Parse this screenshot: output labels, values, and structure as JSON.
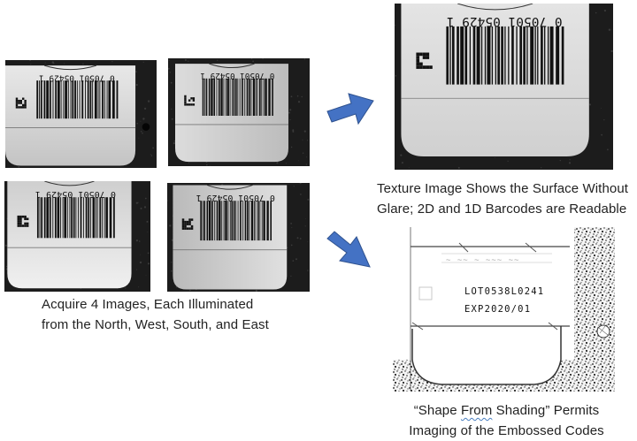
{
  "colors": {
    "arrow": "#4472c4",
    "background": "#ffffff",
    "caption_text": "#222222"
  },
  "barcode_text": "0 70501 05429 1",
  "emboss": {
    "line1": "LOT0538L0241",
    "line2": "EXP2020/01"
  },
  "captions": {
    "acquire": {
      "line1": "Acquire 4 Images, Each Illuminated",
      "line2": "from the North, West, South, and East"
    },
    "texture": {
      "line1": "Texture Image Shows the Surface Without",
      "line2": "Glare; 2D and 1D Barcodes are Readable"
    },
    "shading": {
      "line1_open": "“Shape ",
      "line1_word": "From",
      "line1_close": " Shading” Permits",
      "line2": "Imaging of the Embossed Codes"
    }
  },
  "icons": {
    "arrow_top": "right-arrow-icon",
    "arrow_bottom": "down-right-arrow-icon"
  }
}
